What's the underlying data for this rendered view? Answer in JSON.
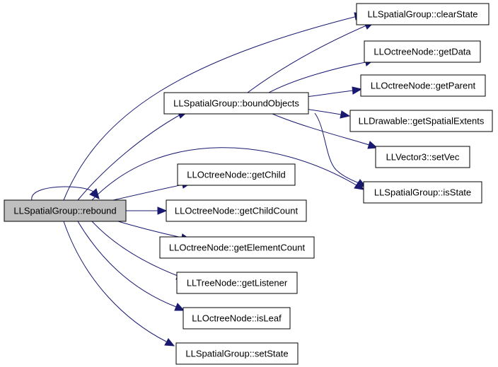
{
  "graph": {
    "title": "",
    "root": "rebound",
    "nodes": {
      "rebound": {
        "label": "LLSpatialGroup::rebound"
      },
      "boundObjects": {
        "label": "LLSpatialGroup::boundObjects"
      },
      "clearState": {
        "label": "LLSpatialGroup::clearState"
      },
      "getData": {
        "label": "LLOctreeNode::getData"
      },
      "getParent": {
        "label": "LLOctreeNode::getParent"
      },
      "getSpatialExtents": {
        "label": "LLDrawable::getSpatialExtents"
      },
      "setVec": {
        "label": "LLVector3::setVec"
      },
      "isState": {
        "label": "LLSpatialGroup::isState"
      },
      "getChild": {
        "label": "LLOctreeNode::getChild"
      },
      "getChildCount": {
        "label": "LLOctreeNode::getChildCount"
      },
      "getElementCount": {
        "label": "LLOctreeNode::getElementCount"
      },
      "getListener": {
        "label": "LLTreeNode::getListener"
      },
      "isLeaf": {
        "label": "LLOctreeNode::isLeaf"
      },
      "setState": {
        "label": "LLSpatialGroup::setState"
      }
    },
    "edges": [
      {
        "from": "rebound",
        "to": "rebound"
      },
      {
        "from": "rebound",
        "to": "boundObjects"
      },
      {
        "from": "rebound",
        "to": "clearState"
      },
      {
        "from": "rebound",
        "to": "isState"
      },
      {
        "from": "rebound",
        "to": "getChild"
      },
      {
        "from": "rebound",
        "to": "getChildCount"
      },
      {
        "from": "rebound",
        "to": "getElementCount"
      },
      {
        "from": "rebound",
        "to": "getListener"
      },
      {
        "from": "rebound",
        "to": "isLeaf"
      },
      {
        "from": "rebound",
        "to": "setState"
      },
      {
        "from": "boundObjects",
        "to": "clearState"
      },
      {
        "from": "boundObjects",
        "to": "getData"
      },
      {
        "from": "boundObjects",
        "to": "getParent"
      },
      {
        "from": "boundObjects",
        "to": "getSpatialExtents"
      },
      {
        "from": "boundObjects",
        "to": "setVec"
      },
      {
        "from": "boundObjects",
        "to": "isState"
      }
    ],
    "colors": {
      "edge": "#191970",
      "node_border": "#000000",
      "node_fill": "#ffffff",
      "root_fill": "#bfbfbf"
    }
  }
}
